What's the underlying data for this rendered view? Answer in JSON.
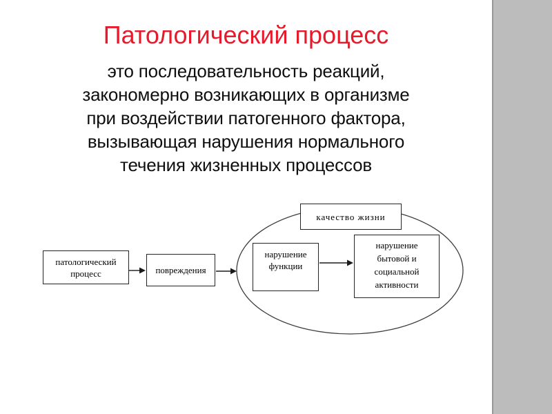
{
  "slide": {
    "title": "Патологический процесс",
    "body_lines": [
      "это последовательность реакций,",
      "закономерно возникающих в организме",
      "при воздействии патогенного фактора,",
      "вызывающая нарушения нормального",
      "течения жизненных процессов"
    ]
  },
  "diagram": {
    "nodes": {
      "pathological_process": "патологический\nпроцесс",
      "damage": "повреждения",
      "quality_of_life": "качество жизни",
      "function_disorder": "нарушение\nфункции",
      "activity_disorder": "нарушение\nбытовой и\nсоциальной\nактивности"
    }
  },
  "colors": {
    "title_red": "#e61a2b",
    "sidebar_gray": "#bcbcbc",
    "line_color": "#2b2b2b"
  }
}
